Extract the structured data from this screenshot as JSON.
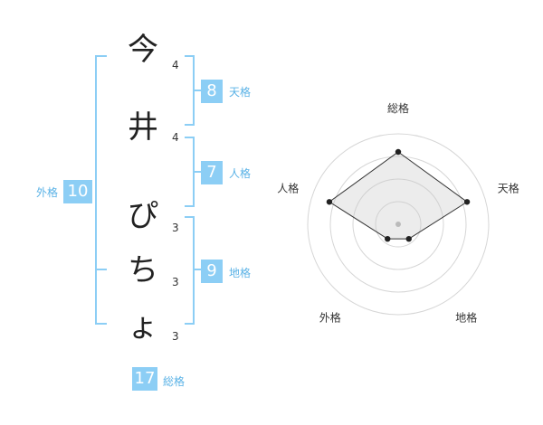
{
  "name_chars": [
    {
      "char": "今",
      "strokes": "4"
    },
    {
      "char": "井",
      "strokes": "4"
    },
    {
      "char": "ぴ",
      "strokes": "3"
    },
    {
      "char": "ち",
      "strokes": "3"
    },
    {
      "char": "ょ",
      "strokes": "3"
    }
  ],
  "fortunes": {
    "tenkaku": {
      "value": "8",
      "label": "天格"
    },
    "jinkaku": {
      "value": "7",
      "label": "人格"
    },
    "chikaku": {
      "value": "9",
      "label": "地格"
    },
    "gaikaku": {
      "value": "10",
      "label": "外格"
    },
    "soukaku": {
      "value": "17",
      "label": "総格"
    }
  },
  "colors": {
    "accent": "#8ccef5",
    "bracket": "#8ccef5",
    "label": "#5ab2e6"
  },
  "chart_data": {
    "type": "radar",
    "axes": [
      "総格",
      "天格",
      "地格",
      "外格",
      "人格"
    ],
    "values": [
      4,
      4,
      1,
      1,
      4
    ],
    "max": 5,
    "grid_rings": 4
  }
}
